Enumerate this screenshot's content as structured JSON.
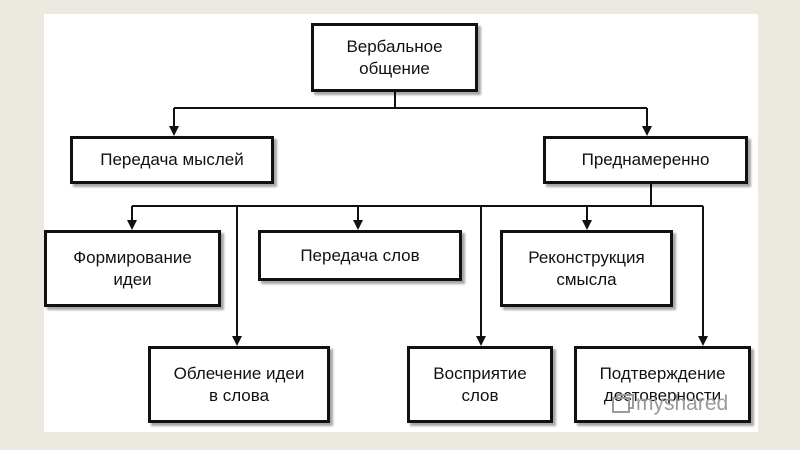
{
  "nodes": {
    "root": "Вербальное\nобщение",
    "transfer_thoughts": "Передача мыслей",
    "intentionally": "Преднамеренно",
    "idea_formation": "Формирование\nидеи",
    "word_transfer": "Передача слов",
    "meaning_reconstruction": "Реконструкция\nсмысла",
    "idea_into_words": "Облечение идеи\nв слова",
    "word_perception": "Восприятие\nслов",
    "credibility_confirmation": "Подтверждение\nдостоверности"
  },
  "watermark": "myshared"
}
